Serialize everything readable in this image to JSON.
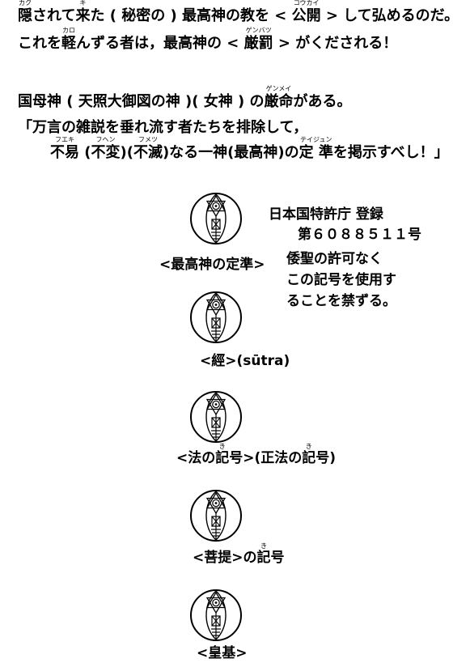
{
  "paragraph1": {
    "line1": [
      {
        "b": "隠",
        "r": "カク"
      },
      {
        "t": "されて"
      },
      {
        "b": "来",
        "r": "キ"
      },
      {
        "t": "た ( 秘密の ) 最高神の教を < "
      },
      {
        "b": "公開",
        "r": "コウカイ"
      },
      {
        "t": " > して弘めるのだ。"
      }
    ],
    "line2": [
      {
        "t": "これを"
      },
      {
        "b": "軽",
        "r": "カロ"
      },
      {
        "t": "んずる者は，最高神の < "
      },
      {
        "b": "厳罰",
        "r": "ゲンバツ"
      },
      {
        "t": " > がくだされる！"
      }
    ]
  },
  "paragraph2": {
    "line1": [
      {
        "t": "国母神 ( 天照大御図の神 )( 女神 ) の"
      },
      {
        "b": "厳命",
        "r": "ゲンメイ"
      },
      {
        "t": "がある。"
      }
    ],
    "line2": [
      {
        "t": "「万言の雑説を垂れ流す者たちを排除して，"
      }
    ],
    "line3": [
      {
        "b": "不易",
        "r": "フエキ"
      },
      {
        "t": " ("
      },
      {
        "b": "不変",
        "r": "フヘン"
      },
      {
        "t": ")("
      },
      {
        "b": "不滅",
        "r": "フメツ"
      },
      {
        "t": ")なる一神(最高神)の"
      },
      {
        "b": "定 準",
        "r": "テイジュン"
      },
      {
        "t": "を掲示すべし！」"
      }
    ]
  },
  "registration": {
    "lines": [
      "日本国特許庁 登録",
      "第６０８８５１１号"
    ]
  },
  "notice": {
    "lines": [
      "倭聖の許可なく",
      "この記号を使用す",
      "ることを禁ずる。"
    ]
  },
  "emblems": [
    {
      "icon": "emblem-icon",
      "label": [
        {
          "t": "<最高神の定準>"
        }
      ]
    },
    {
      "icon": "emblem-icon",
      "label": [
        {
          "t": "<經>(sūtra)"
        }
      ]
    },
    {
      "icon": "emblem-icon",
      "label": [
        {
          "t": "<法の"
        },
        {
          "b": "記",
          "r": "き"
        },
        {
          "t": "号>(正法の"
        },
        {
          "b": "記",
          "r": "き"
        },
        {
          "t": "号)"
        }
      ]
    },
    {
      "icon": "emblem-icon",
      "label": [
        {
          "t": "<菩提>の"
        },
        {
          "b": "記",
          "r": "き"
        },
        {
          "t": "号"
        }
      ]
    },
    {
      "icon": "emblem-icon",
      "label": [
        {
          "t": "<皇基>"
        }
      ]
    }
  ]
}
